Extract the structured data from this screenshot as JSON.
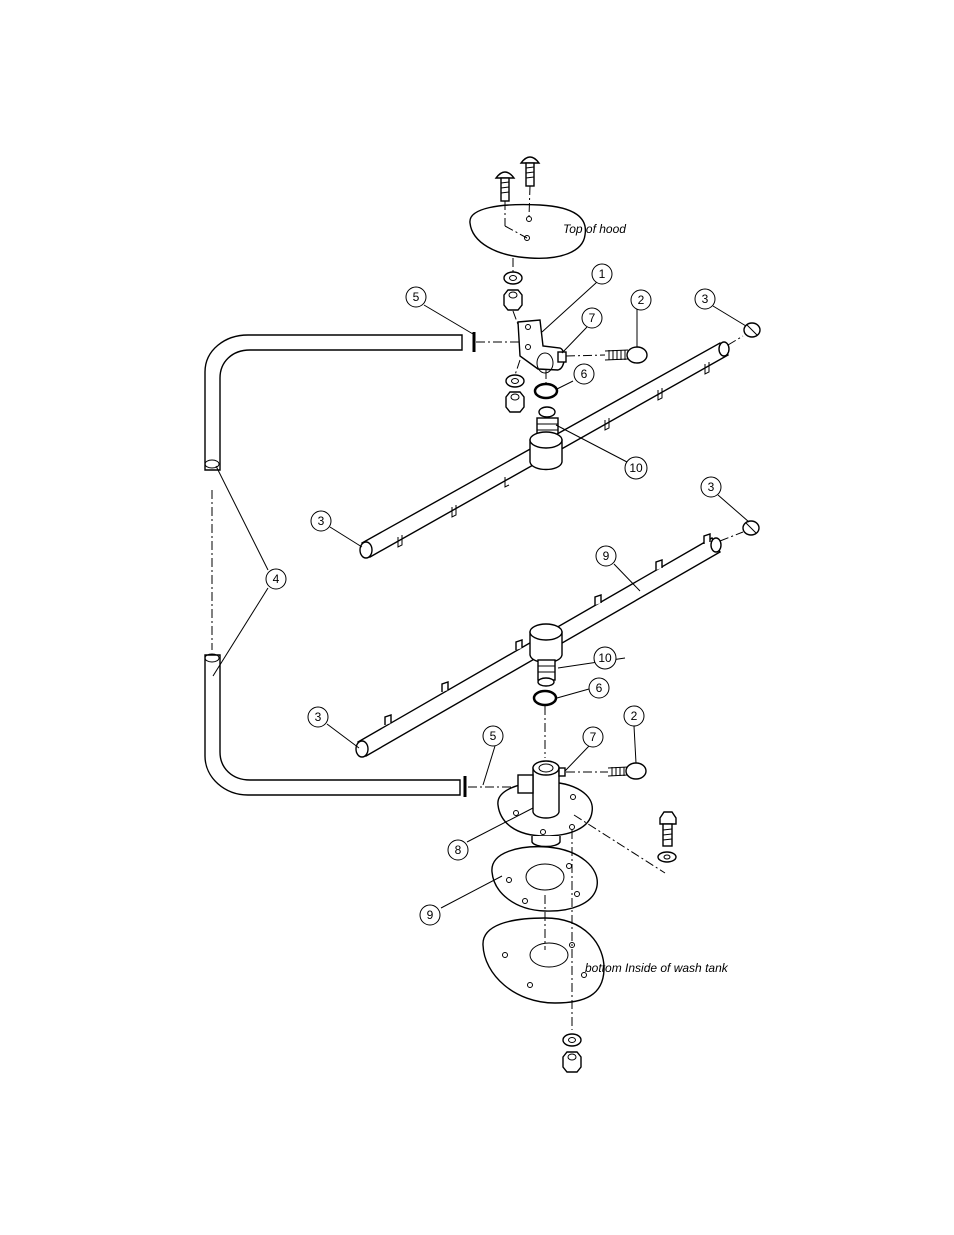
{
  "labels": {
    "top": "Top of hood",
    "bottom": "bottom Inside of wash tank"
  },
  "callouts": {
    "c1": "1",
    "c2a": "2",
    "c3a": "3",
    "c5a": "5",
    "c7a": "7",
    "c6a": "6",
    "c10a": "10",
    "c3b": "3",
    "c3c": "3",
    "c9a": "9",
    "c4": "4",
    "c10b": "10",
    "c6b": "6",
    "c3d": "3",
    "c5b": "5",
    "c7b": "7",
    "c2b": "2",
    "c8": "8",
    "c9b": "9"
  }
}
